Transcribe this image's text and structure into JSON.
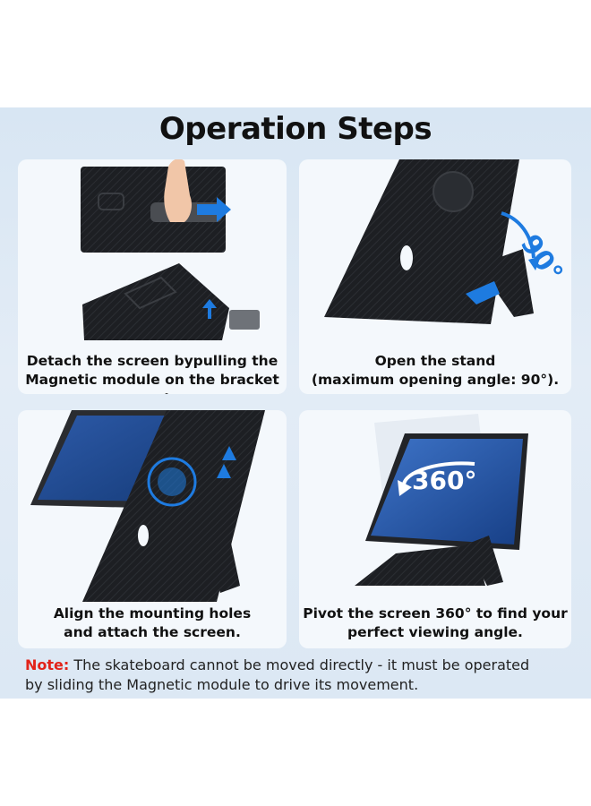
{
  "title": "Operation Steps",
  "steps": [
    {
      "line1": "Detach the screen bypulling the",
      "line2": "Magnetic module on the bracket apart."
    },
    {
      "line1": "Open the stand",
      "line2": "(maximum opening angle: 90°)."
    },
    {
      "line1": "Align the mounting holes",
      "line2": "and attach the screen."
    },
    {
      "line1": "Pivot the screen 360° to find your",
      "line2": "perfect viewing angle."
    }
  ],
  "badges": {
    "angle90": "90°",
    "rotate360": "360°"
  },
  "note": {
    "label": "Note:",
    "line1": " The skateboard cannot be moved directly - it must be operated",
    "line2": "by sliding the Magnetic module to drive its movement."
  },
  "colors": {
    "accent_blue": "#1e7be0",
    "note_red": "#e2231a",
    "stand_black": "#1d1f23"
  }
}
